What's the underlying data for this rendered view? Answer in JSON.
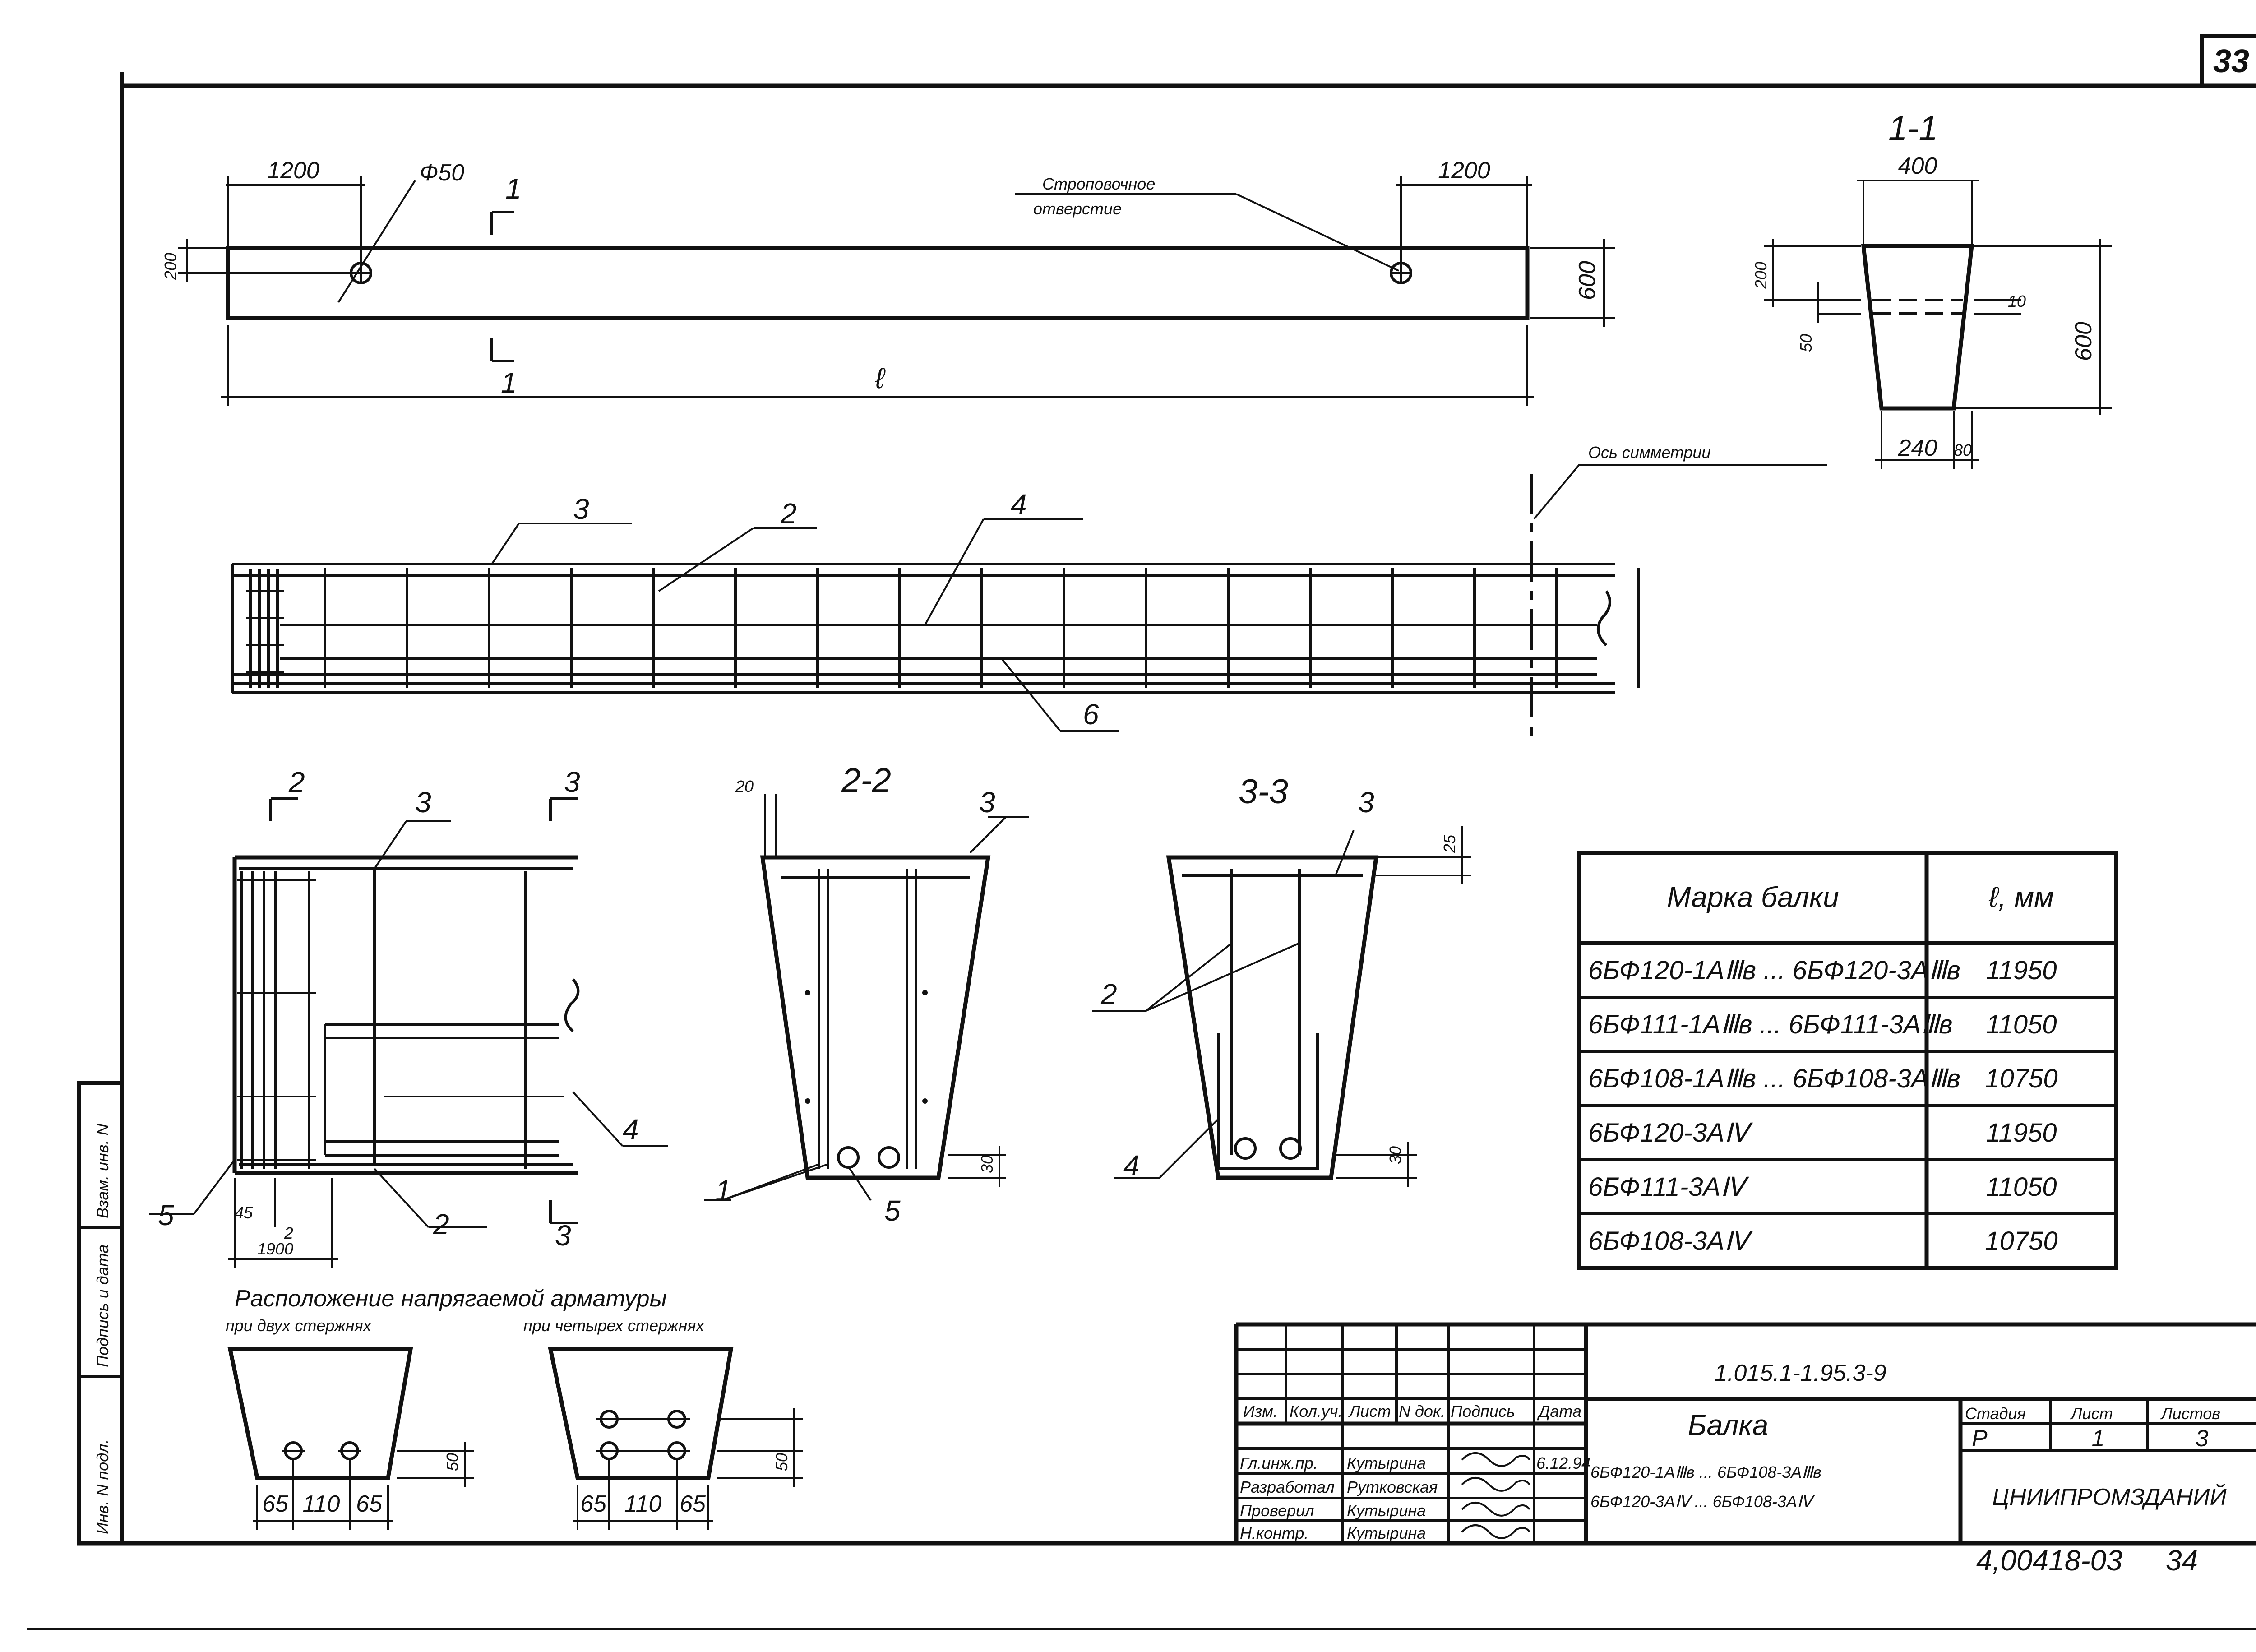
{
  "sheet": {
    "page_number": "33",
    "archive_number": "4,00418-03",
    "archive_page": "34"
  },
  "beam_view": {
    "dim_left": "1200",
    "dim_right": "1200",
    "hole_diameter": "Ф50",
    "edge_offset": "200",
    "height": "600",
    "length_symbol": "ℓ",
    "section_mark": "1",
    "note_line1": "Строповочное",
    "note_line2": "отверстие"
  },
  "section_1_1": {
    "title": "1-1",
    "top_width": "400",
    "dim_200": "200",
    "dim_50": "50",
    "dim_10": "10",
    "height": "600",
    "bottom_width": "240",
    "bottom_off": "80"
  },
  "reinforcement": {
    "symmetry_label": "Ось симметрии",
    "callouts": [
      "1",
      "2",
      "3",
      "4",
      "5",
      "6"
    ]
  },
  "detail": {
    "mark_2": "2",
    "mark_3": "3",
    "dim_45": "45",
    "dim_2": "2",
    "dim_1900": "1900"
  },
  "section_2_2": {
    "title": "2-2",
    "dim_20": "20",
    "dim_30": "30"
  },
  "section_3_3": {
    "title": "3-3",
    "dim_25": "25",
    "dim_30": "30"
  },
  "tendon_layout": {
    "title": "Расположение напрягаемой арматуры",
    "two_bars": "при двух стержнях",
    "four_bars": "при четырех стержнях",
    "dim_65a": "65",
    "dim_110": "110",
    "dim_65b": "65",
    "dim_50": "50"
  },
  "mark_table": {
    "headers": [
      "Марка балки",
      "ℓ, мм"
    ],
    "rows": [
      [
        "6БФ120-1АⅢв ... 6БФ120-3АⅢв",
        "11950"
      ],
      [
        "6БФ111-1АⅢв ... 6БФ111-3АⅢв",
        "11050"
      ],
      [
        "6БФ108-1АⅢв ... 6БФ108-3АⅢв",
        "10750"
      ],
      [
        "6БФ120-3АⅣ",
        "11950"
      ],
      [
        "6БФ111-3АⅣ",
        "11050"
      ],
      [
        "6БФ108-3АⅣ",
        "10750"
      ]
    ]
  },
  "title_block": {
    "doc_code": "1.015.1-1.95.3-9",
    "col_headers": [
      "Изм.",
      "Кол.уч.",
      "Лист",
      "N док.",
      "Подпись",
      "Дата"
    ],
    "people": [
      {
        "role": "Гл.инж.пр.",
        "name": "Кутырина",
        "date": "6.12.94"
      },
      {
        "role": "Разработал",
        "name": "Рутковская",
        "date": ""
      },
      {
        "role": "Проверил",
        "name": "Кутырина",
        "date": ""
      },
      {
        "role": "Н.контр.",
        "name": "Кутырина",
        "date": ""
      }
    ],
    "item_name": "Балка",
    "item_line1": "6БФ120-1АⅢв ... 6БФ108-3АⅢв",
    "item_line2": "6БФ120-3АⅣ ... 6БФ108-3АⅣ",
    "stage_label": "Стадия",
    "stage": "Р",
    "sheet_label": "Лист",
    "sheet": "1",
    "sheets_label": "Листов",
    "sheets": "3",
    "org": "ЦНИИПРОМЗДАНИЙ"
  },
  "side_stamp": [
    "Инв. N подл.",
    "Подпись и дата",
    "Взам. инв. N"
  ]
}
